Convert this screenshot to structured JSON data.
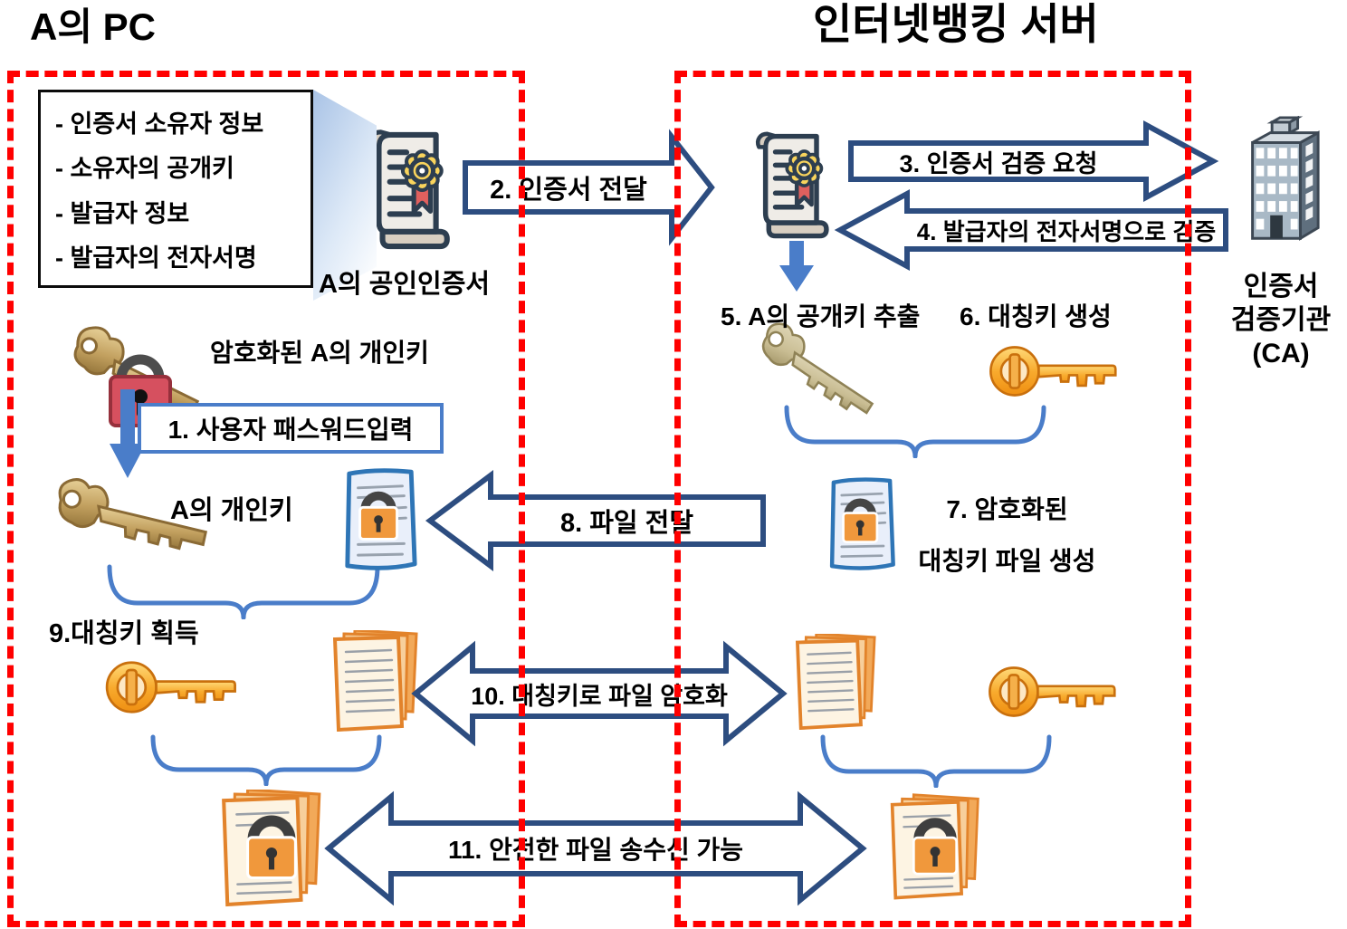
{
  "titles": {
    "left": "A의 PC",
    "right": "인터넷뱅킹 서버"
  },
  "certificate_info_box": {
    "items": [
      "- 인증서 소유자 정보",
      "- 소유자의 공개키",
      "- 발급자 정보",
      "- 발급자의 전자서명"
    ]
  },
  "labels": {
    "certificate": "A의 공인인증서",
    "encrypted_private_key": "암호화된 A의 개인키",
    "private_key": "A의 개인키",
    "encrypted_file_line1": "7. 암호화된",
    "encrypted_file_line2": "대칭키 파일 생성",
    "ca_line1": "인증서",
    "ca_line2": "검증기관",
    "ca_line3": "(CA)"
  },
  "steps": {
    "s1": "1. 사용자 패스워드입력",
    "s2": "2. 인증서  전달",
    "s3": "3. 인증서 검증 요청",
    "s4": "4. 발급자의 전자서명으로 검증",
    "s5": "5. A의 공개키 추출",
    "s6": "6. 대칭키 생성",
    "s7_line1": "7. 암호화된",
    "s7_line2": "대칭키 파일 생성",
    "s8": "8. 파일 전달",
    "s9": "9.대칭키 획득",
    "s10": "10. 대칭키로 파일 암호화",
    "s11": "11. 안전한 파일 송수신 가능"
  },
  "colors": {
    "arrow_border": "#2d4d80",
    "accent_blue": "#4a7dc9",
    "dotted_border": "#ff0000",
    "gold_key": "#e8a33d",
    "lock_red": "#d6505f",
    "lock_orange": "#f0983c",
    "doc_border_blue": "#2e75b6",
    "doc_border_orange": "#e2832b"
  }
}
